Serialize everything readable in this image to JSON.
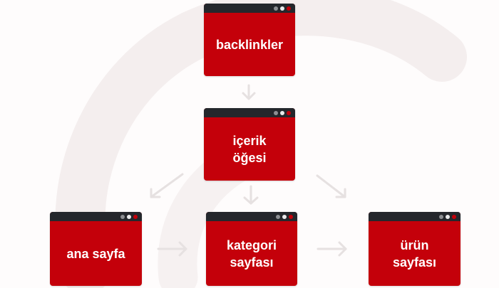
{
  "colors": {
    "card_fill": "#c4000a",
    "titlebar": "#24272c",
    "arrow": "#e6e1e1",
    "watermark": "#f4eeee"
  },
  "nodes": {
    "backlinks": {
      "line1": "backlinkler",
      "line2": ""
    },
    "icerik": {
      "line1": "içerik",
      "line2": "öğesi"
    },
    "ana": {
      "line1": "ana sayfa",
      "line2": ""
    },
    "kategori": {
      "line1": "kategori",
      "line2": "sayfası"
    },
    "urun": {
      "line1": "ürün",
      "line2": "sayfası"
    }
  },
  "edges": [
    {
      "from": "backlinks",
      "to": "icerik"
    },
    {
      "from": "icerik",
      "to": "ana"
    },
    {
      "from": "icerik",
      "to": "kategori"
    },
    {
      "from": "icerik",
      "to": "urun"
    },
    {
      "from": "ana",
      "to": "kategori"
    },
    {
      "from": "kategori",
      "to": "urun"
    }
  ]
}
